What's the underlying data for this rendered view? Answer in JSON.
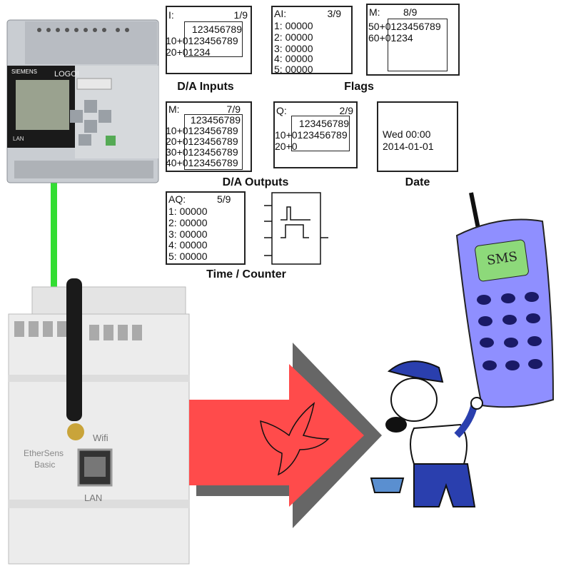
{
  "screens": {
    "inputs": {
      "head": "I:",
      "page": "1/9",
      "rows": [
        "123456789",
        "10+0123456789",
        "20+01234"
      ]
    },
    "analog_inputs": {
      "head": "AI:",
      "page": "3/9",
      "rows": [
        "1: 00000",
        "2: 00000",
        "3: 00000",
        "4: 00000",
        "5: 00000"
      ]
    },
    "flags_2": {
      "head": "M:",
      "page": "8/9",
      "rows": [
        "50+0123456789",
        "60+01234"
      ]
    },
    "flags_1": {
      "head": "M:",
      "page": "7/9",
      "rows": [
        "123456789",
        "10+0123456789",
        "20+0123456789",
        "30+0123456789",
        "40+0123456789"
      ]
    },
    "outputs": {
      "head": "Q:",
      "page": "2/9",
      "rows": [
        "123456789",
        "10+0123456789",
        "20+0"
      ]
    },
    "date": {
      "rows": [
        "Wed 00:00",
        "2014-01-01"
      ]
    },
    "analog_outputs": {
      "head": "AQ:",
      "page": "5/9",
      "rows": [
        "1: 00000",
        "2: 00000",
        "3: 00000",
        "4: 00000",
        "5: 00000"
      ]
    }
  },
  "captions": {
    "inputs": "D/A Inputs",
    "flags": "Flags",
    "outputs": "D/A Outputs",
    "date": "Date",
    "timer": "Time / Counter"
  },
  "devices": {
    "plc_brand": "SIEMENS",
    "plc_model": "LOGO!",
    "plc_port": "LAN",
    "gateway_name": "EtherSens",
    "gateway_variant": "Basic",
    "gateway_wifi": "Wifi",
    "gateway_lan": "LAN",
    "phone_screen": "SMS"
  },
  "colors": {
    "link": "#33dd33",
    "arrow": "#ff4b4b",
    "phone": "#8f8fff"
  }
}
